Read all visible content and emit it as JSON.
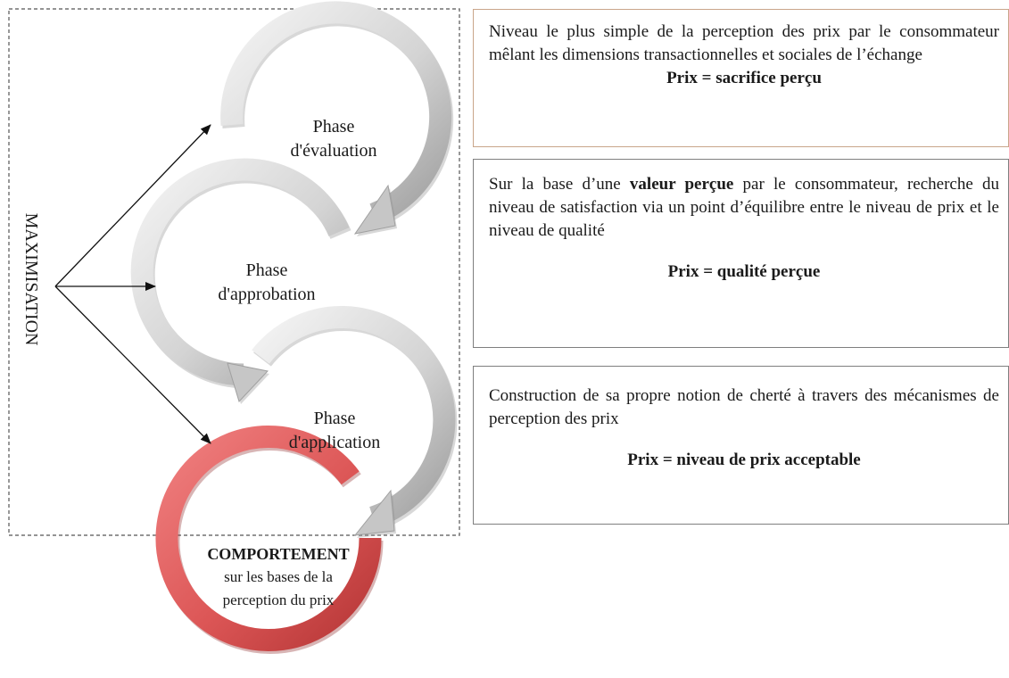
{
  "left_label": "MAXIMISATION",
  "phases": [
    {
      "line1": "Phase",
      "line2": "d'évaluation"
    },
    {
      "line1": "Phase",
      "line2": "d'approbation"
    },
    {
      "line1": "Phase",
      "line2": "d'application"
    }
  ],
  "outcome": {
    "title": "COMPORTEMENT",
    "line1": "sur les bases de la",
    "line2": "perception du prix"
  },
  "boxes": [
    {
      "desc": "Niveau le plus simple de la perception des prix par le consommateur mêlant les dimensions transactionnelles et sociales de l’échange",
      "formula": "Prix = sacrifice perçu"
    },
    {
      "desc_before": "Sur la base d’une ",
      "desc_bold": "valeur perçue",
      "desc_after": " par le consommateur, recherche du niveau de satisfaction via un point d’équilibre entre le niveau de prix et le niveau de qualité",
      "formula": "Prix = qualité perçue"
    },
    {
      "desc": "Construction de sa propre notion de cherté à travers des mécanismes de perception des prix",
      "formula": "Prix = niveau de prix acceptable"
    }
  ],
  "colors": {
    "grey_arrow_light": "#f2f2f2",
    "grey_arrow_dark": "#a6a6a6",
    "red_arrow_light": "#ef7b7b",
    "red_arrow_dark": "#bf3b3b",
    "dashed_border": "#555555",
    "box_border": "#7f7f7f",
    "box1_border": "#c9a58a"
  },
  "icons": {
    "cycle_arrows": "curved-circular-arrow",
    "branch_arrows": "straight-arrow"
  }
}
